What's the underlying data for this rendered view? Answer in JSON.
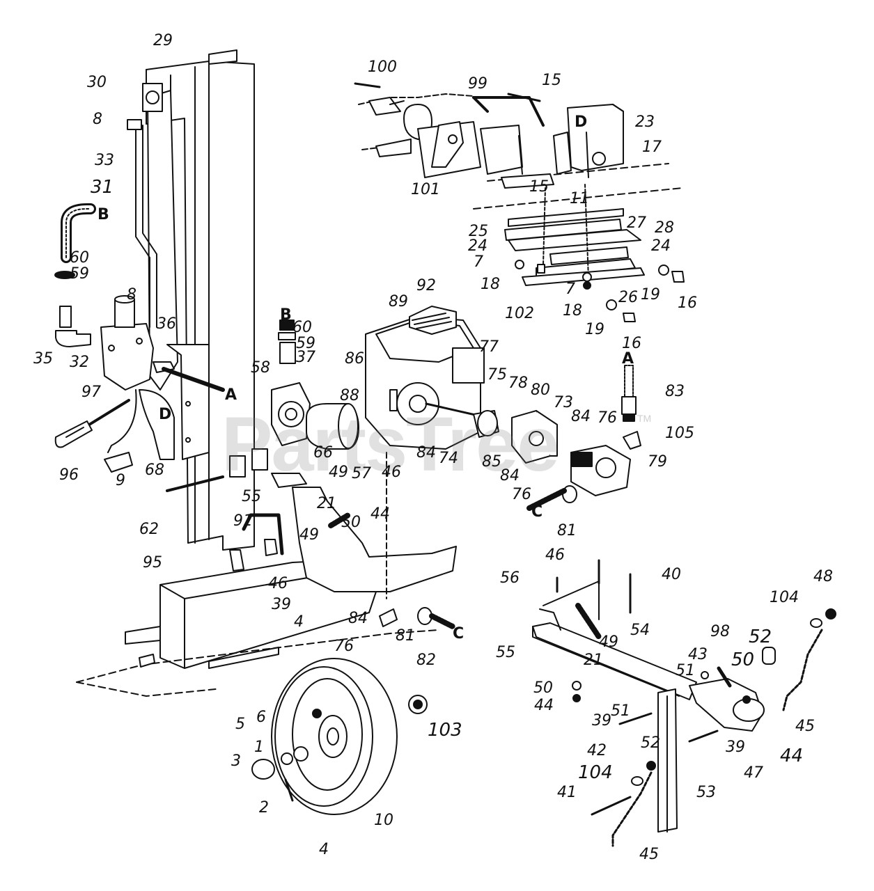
{
  "watermark": {
    "text": "PartsTree",
    "tm": "TM"
  },
  "labels": {
    "p29": "29",
    "p30": "30",
    "p8a": "8",
    "p33": "33",
    "p31": "31",
    "p100": "100",
    "p99": "99",
    "p15a": "15",
    "p23": "23",
    "p17": "17",
    "p101": "101",
    "p15b": "15",
    "p11": "11",
    "p27": "27",
    "p28": "28",
    "p25": "25",
    "p24a": "24",
    "p24b": "24",
    "p7a": "7",
    "p18a": "18",
    "p19a": "19",
    "p16a": "16",
    "p102": "102",
    "p7b": "7",
    "p18b": "18",
    "p26": "26",
    "p19b": "19",
    "p16b": "16",
    "p60a": "60",
    "p59a": "59",
    "p8b": "8",
    "p36": "36",
    "p35": "35",
    "p32": "32",
    "p97": "97",
    "p96": "96",
    "p9": "9",
    "p60b": "60",
    "p59b": "59",
    "p37": "37",
    "p58": "58",
    "p92": "92",
    "p89": "89",
    "p77": "77",
    "p86": "86",
    "p75": "75",
    "p78": "78",
    "p80": "80",
    "p73": "73",
    "p88": "88",
    "p84a": "84",
    "p74": "74",
    "p85": "85",
    "p84b": "84",
    "p76a": "76",
    "p84c": "84",
    "p76b": "76",
    "p79": "79",
    "p83": "83",
    "p105": "105",
    "p81a": "81",
    "p66": "66",
    "p57": "57",
    "p68": "68",
    "p49a": "49",
    "p46a": "46",
    "p55a": "55",
    "p21a": "21",
    "p50a": "50",
    "p44a": "44",
    "p91": "91",
    "p49b": "49",
    "p62": "62",
    "p95": "95",
    "p46b": "46",
    "p39a": "39",
    "p84d": "84",
    "p81b": "81",
    "p82": "82",
    "p76c": "76",
    "p4a": "4",
    "p103": "103",
    "p5": "5",
    "p6": "6",
    "p1": "1",
    "p3": "3",
    "p10": "10",
    "p2": "2",
    "p4b": "4",
    "p56": "56",
    "p46c": "46",
    "p40": "40",
    "p48": "48",
    "p104a": "104",
    "p55b": "55",
    "p49c": "49",
    "p21b": "21",
    "p54": "54",
    "p98": "98",
    "p52a": "52",
    "p43": "43",
    "p51a": "51",
    "p50b": "50",
    "p50c": "50",
    "p44b": "44",
    "p44c": "44",
    "p51b": "51",
    "p39b": "39",
    "p45a": "45",
    "p42": "42",
    "p52b": "52",
    "p39c": "39",
    "p47": "47",
    "p104b": "104",
    "p41": "41",
    "p53": "53",
    "p45b": "45"
  },
  "connectors": {
    "b1": "B",
    "b2": "B",
    "a1": "A",
    "a2": "A",
    "c1": "C",
    "c2": "C",
    "d1": "D",
    "d2": "D"
  }
}
